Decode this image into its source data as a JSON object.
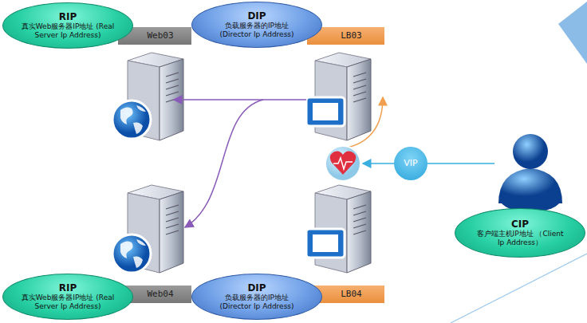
{
  "diagram": {
    "nodes": [
      {
        "text": [
          "RIP",
          "真实Web服务器IP地址 (Real Server Ip Address)"
        ]
      },
      {
        "text": [
          "Web03"
        ]
      },
      {
        "text": [
          "DIP",
          "负载服务器的IP地址 (Director Ip Address)"
        ]
      },
      {
        "text": [
          "LB03"
        ]
      },
      {
        "text": [
          "VIP"
        ]
      },
      {
        "text": [
          "CIP",
          "客户端主机IP地址 （Client Ip Address）"
        ]
      },
      {
        "text": [
          "RIP",
          "真实Web服务器IP地址 (Real Server Ip Address)"
        ]
      },
      {
        "text": [
          "Web04"
        ]
      },
      {
        "text": [
          "DIP",
          "负载服务器的IP地址 (Director Ip Address)"
        ]
      },
      {
        "text": [
          "LB04"
        ]
      }
    ]
  }
}
